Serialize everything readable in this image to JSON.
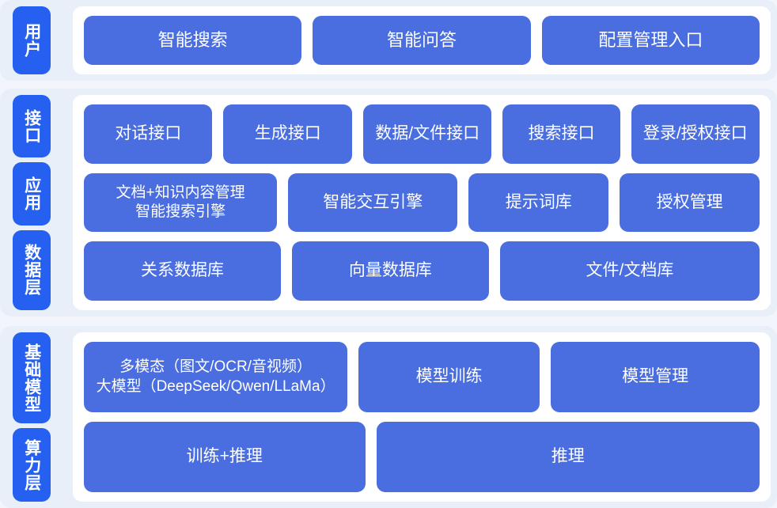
{
  "theme": {
    "page_background": "#f2f6fc",
    "band_background": "#e9eff9",
    "inner_panel": "#ffffff",
    "stage_label_color": "#2560f0",
    "card_color": "#4a6ee0",
    "card_text_color": "#ffffff"
  },
  "bands": [
    {
      "id": "user",
      "stage_labels": [
        "用户"
      ],
      "rows": [
        {
          "cards": [
            {
              "label": "智能搜索",
              "flex": 1
            },
            {
              "label": "智能问答",
              "flex": 1
            },
            {
              "label": "配置管理入口",
              "flex": 1
            }
          ]
        }
      ]
    },
    {
      "id": "platform",
      "stage_labels": [
        "接口",
        "应用",
        "数据层"
      ],
      "rows": [
        {
          "cards": [
            {
              "label": "对话接口",
              "flex": 1.02
            },
            {
              "label": "生成接口",
              "flex": 1.02
            },
            {
              "label": "数据/文件接口",
              "flex": 1.02
            },
            {
              "label": "搜索接口",
              "flex": 0.92
            },
            {
              "label": "登录/授权接口",
              "flex": 1.02
            }
          ]
        },
        {
          "cards": [
            {
              "label": "文档+知识内容管理\n智能搜索引擎",
              "flex": 1.22,
              "small": true
            },
            {
              "label": "智能交互引擎",
              "flex": 1.06
            },
            {
              "label": "提示词库",
              "flex": 0.86
            },
            {
              "label": "授权管理",
              "flex": 0.86
            }
          ]
        },
        {
          "cards": [
            {
              "label": "关系数据库",
              "flex": 1
            },
            {
              "label": "向量数据库",
              "flex": 1
            },
            {
              "label": "文件/文档库",
              "flex": 1.34
            }
          ]
        }
      ]
    },
    {
      "id": "infra",
      "stage_labels": [
        "基础模型",
        "算力层"
      ],
      "rows": [
        {
          "cards": [
            {
              "label": "多模态（图文/OCR/音视频）\n大模型（DeepSeek/Qwen/LLaMa）",
              "flex": 1.28,
              "small": true
            },
            {
              "label": "模型训练",
              "flex": 0.86
            },
            {
              "label": "模型管理",
              "flex": 1.0
            }
          ]
        },
        {
          "cards": [
            {
              "label": "训练+推理",
              "flex": 1
            },
            {
              "label": "推理",
              "flex": 1.38
            }
          ]
        }
      ]
    }
  ]
}
